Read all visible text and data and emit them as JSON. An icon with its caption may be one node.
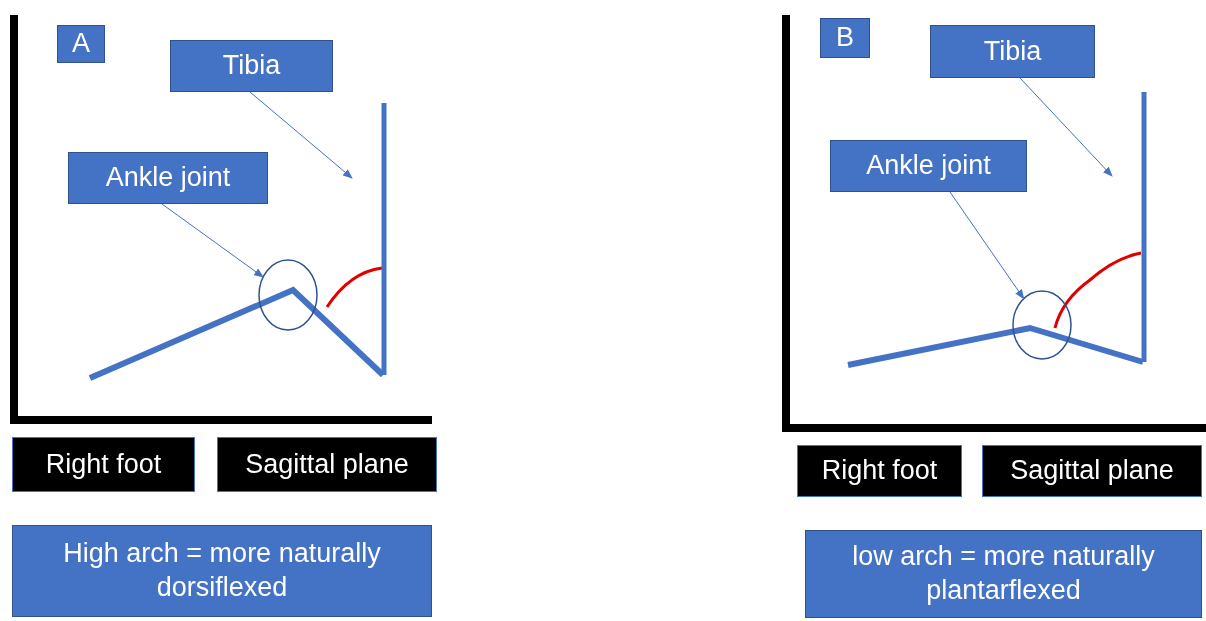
{
  "diagram": {
    "nodes": [
      {
        "text": [
          "A"
        ]
      },
      {
        "text": [
          "Tibia"
        ]
      },
      {
        "text": [
          "Ankle joint"
        ]
      },
      {
        "text": [],
        "shape": "circle"
      },
      {
        "text": [],
        "shape": "bar"
      },
      {
        "text": [
          "Right foot"
        ]
      },
      {
        "text": [
          "Sagittal plane"
        ]
      },
      {
        "text": [
          "High arch = more naturally dorsiflexed"
        ]
      },
      {
        "text": [
          "B"
        ]
      },
      {
        "text": [
          "Tibia"
        ]
      },
      {
        "text": [
          "Ankle joint"
        ]
      },
      {
        "text": [],
        "shape": "circle"
      },
      {
        "text": [],
        "shape": "bar"
      },
      {
        "text": [
          "Right foot"
        ]
      },
      {
        "text": [
          "Sagittal plane"
        ]
      },
      {
        "text": [
          "low arch = more naturally plantarflexed"
        ]
      }
    ],
    "edges": [
      {
        "from": 1,
        "to": 4,
        "arrow": "to"
      },
      {
        "from": 2,
        "to": 3,
        "arrow": "to"
      },
      {
        "from": 9,
        "to": 12,
        "arrow": "to"
      },
      {
        "from": 10,
        "to": 11,
        "arrow": "to"
      }
    ]
  }
}
